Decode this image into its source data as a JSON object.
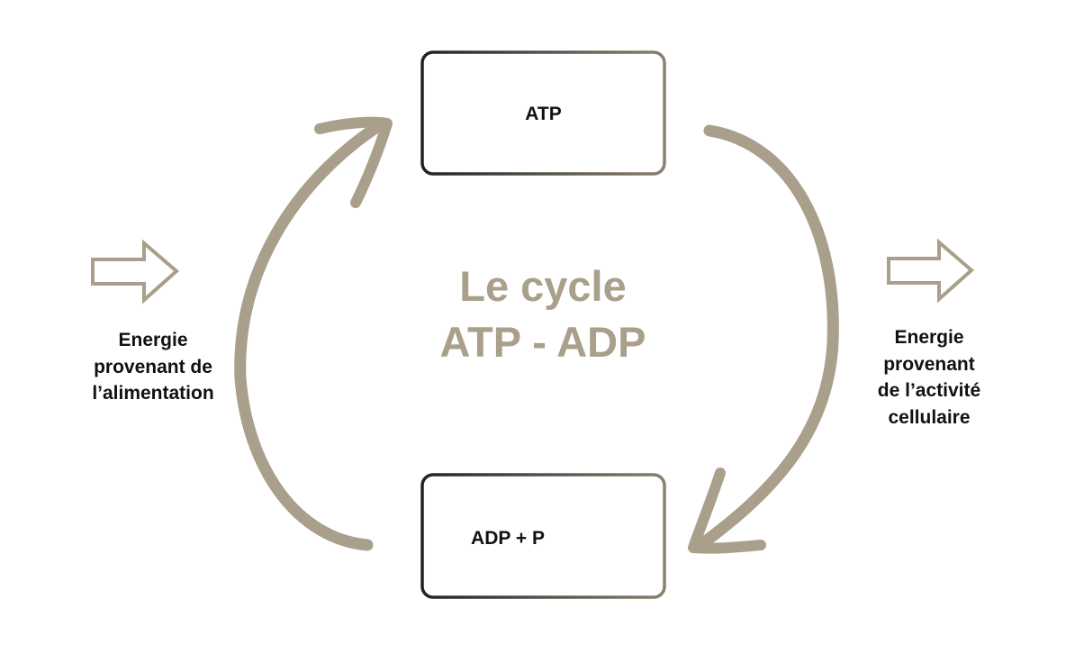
{
  "diagram": {
    "title_line1": "Le cycle",
    "title_line2": "ATP - ADP",
    "top_box": "ATP",
    "bottom_box": "ADP + P",
    "left_label": [
      "Energie",
      "provenant de",
      "l’alimentation"
    ],
    "right_label": [
      "Energie",
      "provenant",
      "de l’activité",
      "cellulaire"
    ],
    "colors": {
      "accent": "#a99f8a",
      "text": "#111111",
      "box_dark": "#222222",
      "box_light": "#8a8070"
    }
  }
}
